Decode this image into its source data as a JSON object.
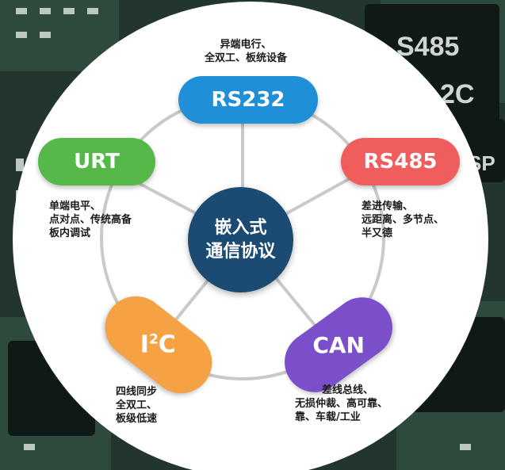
{
  "center": {
    "line1": "嵌入式",
    "line2": "通信协议"
  },
  "nodes": {
    "rs232": {
      "label": "RS232",
      "color": "#1f8fd8",
      "desc": [
        "异端电行、",
        "全双工、板统设备"
      ]
    },
    "rs485": {
      "label": "RS485",
      "color": "#ef5d5d",
      "desc": [
        "差进传输、",
        "远距离、多节点、",
        "半又德"
      ]
    },
    "can": {
      "label": "CAN",
      "color": "#7a4fc9",
      "desc": [
        "差线总线、",
        "无损仲裁、高可靠、",
        "靠、车载/工业"
      ]
    },
    "i2c": {
      "label_main": "I",
      "label_sup": "2",
      "label_tail": "C",
      "color": "#f5a244",
      "desc": [
        "四线同步",
        "全双工、",
        "板级低速"
      ]
    },
    "urt": {
      "label": "URT",
      "color": "#57b84a",
      "desc": [
        "单端电平、",
        "点对点、传统高备",
        "板内调试"
      ]
    }
  },
  "background_chips": {
    "chip1": "S485",
    "chip2": "2C",
    "chip3": "SP"
  }
}
